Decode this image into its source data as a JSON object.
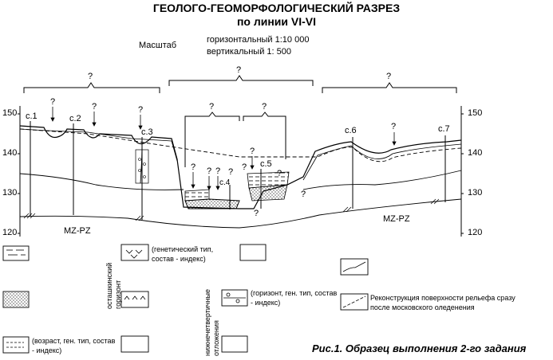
{
  "title": {
    "line1": "ГЕОЛОГО-ГЕОМОРФОЛОГИЧЕСКИЙ РАЗРЕЗ",
    "line2": "по линии VI-VI"
  },
  "scale": {
    "label": "Масштаб",
    "horizontal": "горизонтальный 1:10 000",
    "vertical": "вертикальный     1:  500"
  },
  "section": {
    "question": "?",
    "elevations": [
      "150",
      "140",
      "130",
      "120"
    ],
    "wells": [
      "с.1",
      "с.2",
      "с.3",
      "с.4",
      "с.5",
      "с.6",
      "с.7"
    ],
    "basement": "MZ-PZ"
  },
  "legend": {
    "ostashkov_label": "осташкинский горизонт",
    "nizhnechetvertichnye_label": "нижнечетвертичные отложения",
    "genetic": "(генетический тип, состав - индекс)",
    "horizon": "(горизонт, ген. тип, состав - индекс)",
    "age": "(возраст, ген. тип, состав - индекс)",
    "reconstruction": "Реконструкция поверхности рельефа сразу после московского оледенения"
  },
  "caption": "Рис.1. Образец выполнения 2-го задания"
}
